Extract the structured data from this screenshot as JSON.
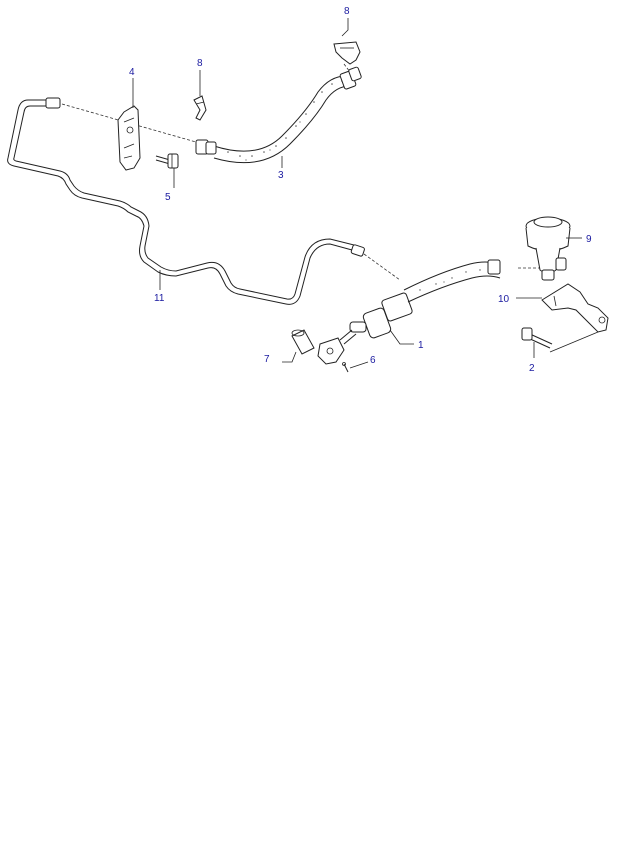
{
  "diagram": {
    "callouts": [
      {
        "id": "c8a",
        "label": "8"
      },
      {
        "id": "c4",
        "label": "4"
      },
      {
        "id": "c8b",
        "label": "8"
      },
      {
        "id": "c5",
        "label": "5"
      },
      {
        "id": "c3",
        "label": "3"
      },
      {
        "id": "c9",
        "label": "9"
      },
      {
        "id": "c10",
        "label": "10"
      },
      {
        "id": "c11",
        "label": "11"
      },
      {
        "id": "c1",
        "label": "1"
      },
      {
        "id": "c7",
        "label": "7"
      },
      {
        "id": "c6",
        "label": "6"
      },
      {
        "id": "c2",
        "label": "2"
      }
    ],
    "colors": {
      "label": "#1a1aa0",
      "line": "#222222",
      "background": "#ffffff"
    }
  }
}
